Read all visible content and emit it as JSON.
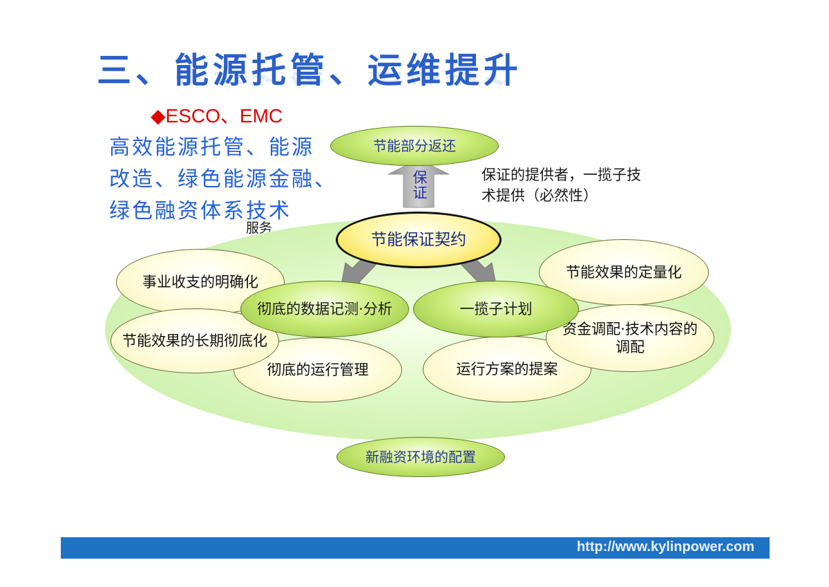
{
  "header": {
    "title": "三、能源托管、运维提升",
    "bullet": "◆",
    "subtitle": "ESCO、EMC"
  },
  "description": {
    "lines": [
      "高效能源托管、能源",
      "改造、绿色能源金融、",
      "绿色融资体系技术"
    ],
    "suffix": "服务"
  },
  "diagram": {
    "top_node": "节能部分返还",
    "arrow_label": "保证",
    "note_lines": [
      "保证的提供者，一揽子技",
      "术提供（必然性）"
    ],
    "central_node": "节能保证契约",
    "left_node": "彻底的数据记测·分析",
    "right_node": "一揽子计划",
    "bottom_node": "新融资环境的配置",
    "left_items": [
      "事业收支的明确化",
      "节能效果的长期彻底化",
      "彻底的运行管理"
    ],
    "right_items": [
      "节能效果的定量化",
      "资金调配·技术内容的调配",
      "运行方案的提案"
    ]
  },
  "footer": {
    "url": "http://www.kylinpower.com"
  },
  "colors": {
    "title": "#2a5fc8",
    "accent_red": "#e00000",
    "footer_bar": "#1f73c4"
  }
}
